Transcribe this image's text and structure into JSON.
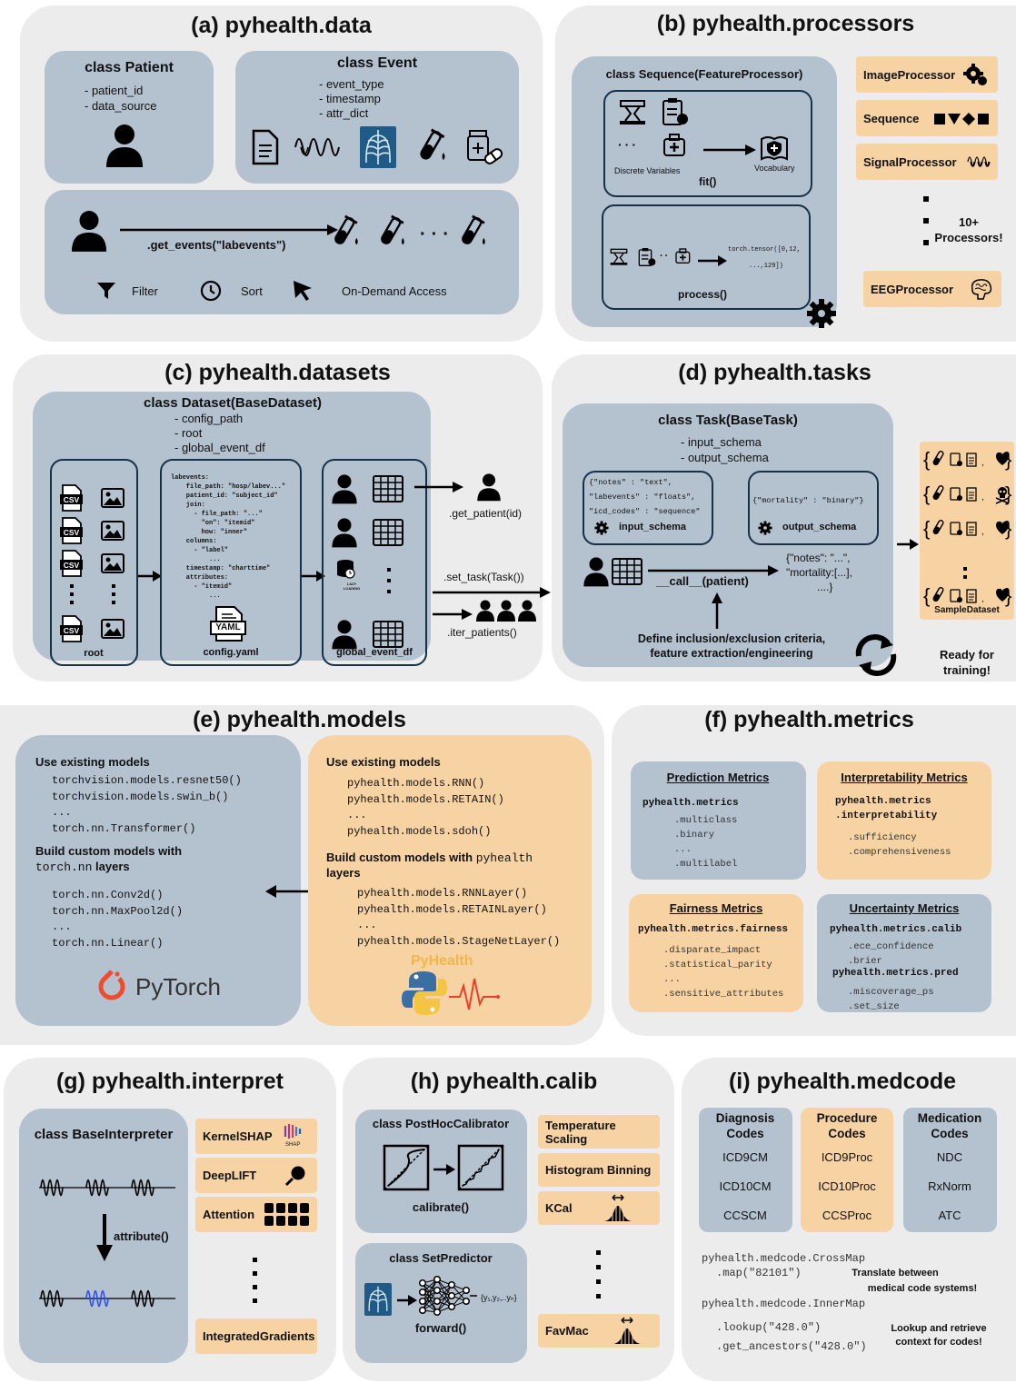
{
  "a": {
    "title": "(a) pyhealth.data",
    "patient": {
      "title": "class Patient",
      "attrs": [
        "- patient_id",
        "- data_source"
      ]
    },
    "event": {
      "title": "class Event",
      "attrs": [
        "- event_type",
        "- timestamp",
        "- attr_dict"
      ]
    },
    "get_events": ".get_events(\"labevents\")",
    "filter": "Filter",
    "sort": "Sort",
    "access": "On-Demand Access"
  },
  "b": {
    "title": "(b) pyhealth.processors",
    "seq_title": "class Sequence(FeatureProcessor)",
    "discrete": "Discrete Variables",
    "vocab": "Vocabulary",
    "fit": "fit()",
    "tensor": [
      "torch.tensor([0,12,",
      "...,129])"
    ],
    "process": "process()",
    "processors": [
      "ImageProcessor",
      "Sequence",
      "SignalProcessor",
      "EEGProcessor"
    ],
    "more": [
      "10+",
      "Processors!"
    ]
  },
  "c": {
    "title": "(c) pyhealth.datasets",
    "dataset_title": "class Dataset(BaseDataset)",
    "attrs": [
      "- config_path",
      "- root",
      "- global_event_df"
    ],
    "root": "root",
    "config": "config.yaml",
    "gdf": "global_event_df",
    "yaml": "YAML",
    "csv": "CSV",
    "lazy": "LAZY LOADING",
    "yaml_lines": [
      "labevents:",
      "    file_path: \"hosp/labev...\"",
      "    patient_id: \"subject_id\"",
      "    join:",
      "      - file_path: \"...\"",
      "        \"on\": \"itemid\"",
      "        how: \"inner\"",
      "    columns:",
      "      - \"label\"",
      "          ...",
      "    timestamp: \"charttime\"",
      "    attributes:",
      "      - \"itemid\"",
      "          ..."
    ],
    "get_patient": ".get_patient(id)",
    "set_task": ".set_task(Task())",
    "iter_patients": ".iter_patients()"
  },
  "d": {
    "title": "(d) pyhealth.tasks",
    "task_title": "class Task(BaseTask)",
    "attrs": [
      "- input_schema",
      "- output_schema"
    ],
    "input_lines": [
      "{\"notes\" : \"text\",",
      "\"labevents\" : \"floats\",",
      "\"icd_codes\" : \"sequence\""
    ],
    "input_label": "input_schema",
    "output_line": "{\"mortality\" : \"binary\"}",
    "output_label": "output_schema",
    "call": "__call__(patient)",
    "result": [
      "{\"notes\": \"...\",",
      "\"mortality:[...],",
      "....}"
    ],
    "define": [
      "Define inclusion/exclusion criteria,",
      "feature extraction/engineering"
    ],
    "sample": "SampleDataset",
    "ready": [
      "Ready for",
      "training!"
    ]
  },
  "e": {
    "title": "(e) pyhealth.models",
    "left_h1": "Use existing models",
    "left_code1": [
      "torchvision.models.resnet50()",
      "torchvision.models.swin_b()",
      "...",
      "torch.nn.Transformer()"
    ],
    "left_h2a": "Build custom models with",
    "left_h2b_code": "torch.nn",
    "left_h2b": " layers",
    "left_code2": [
      "torch.nn.Conv2d()",
      "torch.nn.MaxPool2d()",
      "...",
      "torch.nn.Linear()"
    ],
    "pytorch": "PyTorch",
    "right_h1": "Use existing models",
    "right_code1": [
      "pyhealth.models.RNN()",
      "pyhealth.models.RETAIN()",
      "...",
      "pyhealth.models.sdoh()"
    ],
    "right_h2a": "Build custom models with ",
    "right_h2a_code": "pyhealth",
    "right_h2b": "layers",
    "right_code2": [
      "pyhealth.models.RNNLayer()",
      "pyhealth.models.RETAINLayer()",
      "...",
      "pyhealth.models.StageNetLayer()"
    ],
    "pyhealth_logo": "PyHealth"
  },
  "f": {
    "title": "(f) pyhealth.metrics",
    "pred": {
      "title": "Prediction Metrics",
      "head": [
        "pyhealth.metrics"
      ],
      "items": [
        ".multiclass",
        ".binary",
        "...",
        ".multilabel"
      ]
    },
    "interp": {
      "title": "Interpretability Metrics",
      "head": [
        "pyhealth.metrics",
        ".interpretability"
      ],
      "items": [
        ".sufficiency",
        ".comprehensiveness"
      ]
    },
    "fair": {
      "title": "Fairness Metrics",
      "head": [
        "pyhealth.metrics.fairness"
      ],
      "items": [
        ".disparate_impact",
        ".statistical_parity",
        "...",
        ".sensitive_attributes"
      ]
    },
    "unc": {
      "title": "Uncertainty Metrics",
      "head1": "pyhealth.metrics.calib",
      "items1": [
        ".ece_confidence",
        ".brier"
      ],
      "head2": "pyhealth.metrics.pred",
      "items2": [
        ".miscoverage_ps",
        ".set_size"
      ]
    }
  },
  "g": {
    "title": "(g) pyhealth.interpret",
    "base": "class BaseInterpreter",
    "attribute": "attribute()",
    "methods": [
      "KernelSHAP",
      "DeepLIFT",
      "Attention",
      "IntegratedGradients"
    ],
    "shap": "SHAP"
  },
  "h": {
    "title": "(h) pyhealth.calib",
    "posthoc": "class PostHocCalibrator",
    "calibrate": "calibrate()",
    "setpred": "class SetPredictor",
    "forward": "forward()",
    "yset": "{y₁,y₂,..yₙ}",
    "methods": [
      "Temperature Scaling",
      "Histogram Binning",
      "KCal",
      "FavMac"
    ]
  },
  "i": {
    "title": "(i) pyhealth.medcode",
    "diag": {
      "title": [
        "Diagnosis",
        "Codes"
      ],
      "items": [
        "ICD9CM",
        "ICD10CM",
        "CCSCM"
      ]
    },
    "proc": {
      "title": [
        "Procedure",
        "Codes"
      ],
      "items": [
        "ICD9Proc",
        "ICD10Proc",
        "CCSProc"
      ]
    },
    "med": {
      "title": [
        "Medication",
        "Codes"
      ],
      "items": [
        "NDC",
        "RxNorm",
        "ATC"
      ]
    },
    "crossmap": "pyhealth.medcode.CrossMap",
    "map": ".map(\"82101\")",
    "translate": [
      "Translate between",
      "medical code systems!"
    ],
    "innermap": "pyhealth.medcode.InnerMap",
    "lookup": ".lookup(\"428.0\")",
    "ancestors": ".get_ancestors(\"428.0\")",
    "lookup_note": [
      "Lookup and retrieve",
      "context for codes!"
    ]
  },
  "colors": {
    "slate": "#b4c1cf",
    "orange": "#f7d3a3",
    "panel": "#ececec",
    "navy": "#16324a",
    "blue_wave": "#2a4ff0",
    "pytorch_red": "#ee4c2c"
  }
}
